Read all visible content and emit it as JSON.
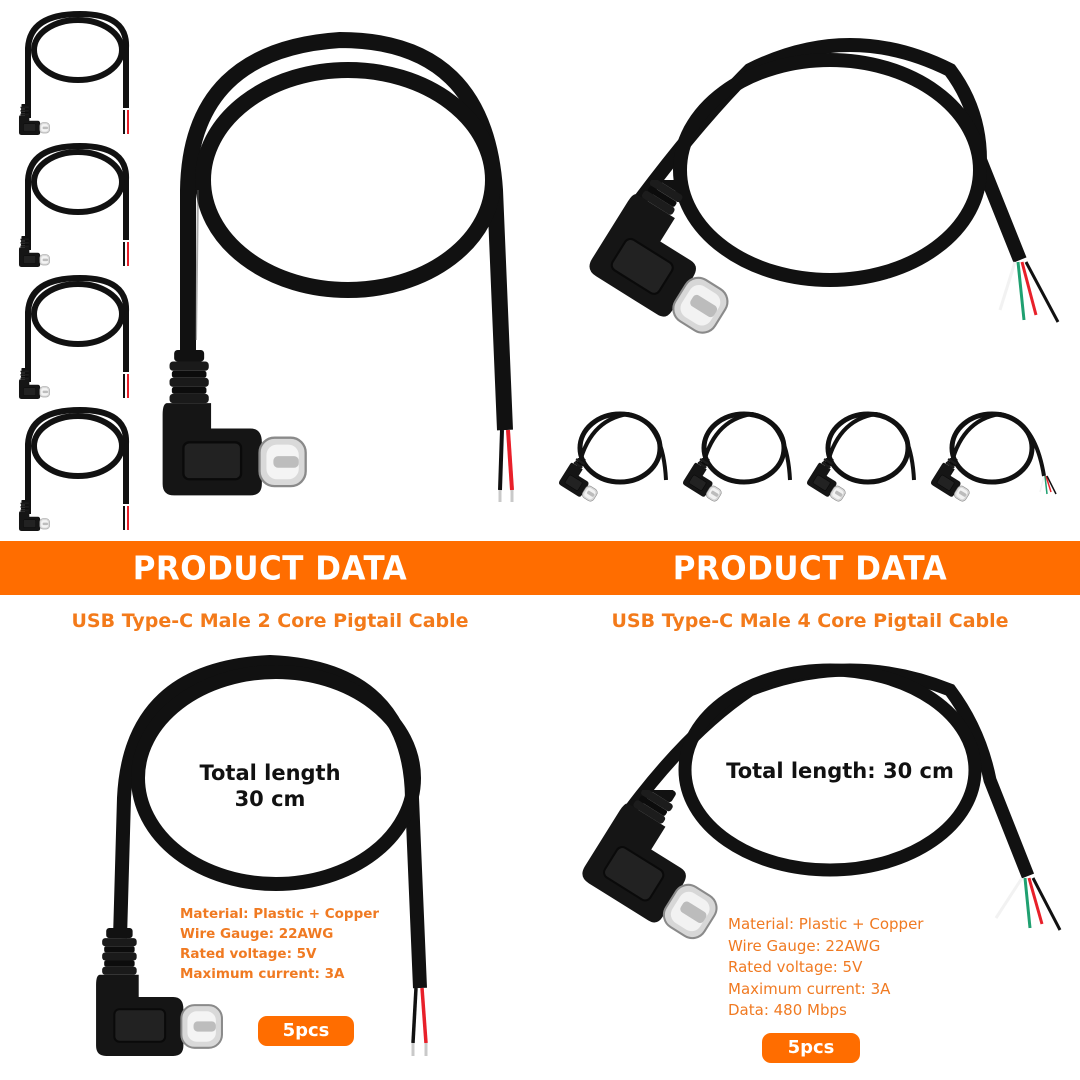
{
  "colors": {
    "accent": "#ff6d00",
    "subtitle_orange": "#f37a1a",
    "spec_orange": "#f07a22",
    "cable_black": "#111111",
    "wire_red": "#e8202a",
    "wire_green": "#1fa070",
    "wire_white": "#f2f2f2",
    "background": "#ffffff"
  },
  "top": {
    "left_thumbnails": {
      "count": 4,
      "wire_colors": [
        "black",
        "red"
      ]
    },
    "left_hero": {
      "type": "2-core",
      "wire_colors": [
        "black",
        "red"
      ]
    },
    "right_hero": {
      "type": "4-core",
      "wire_colors": [
        "white",
        "green",
        "red",
        "black"
      ]
    },
    "right_thumbnails": {
      "count": 4
    }
  },
  "sections": [
    {
      "banner": "PRODUCT DATA",
      "subtitle": "USB Type-C Male 2 Core Pigtail Cable",
      "length_line1": "Total length",
      "length_line2": "30 cm",
      "specs": [
        "Material: Plastic + Copper",
        "Wire Gauge: 22AWG",
        "Rated voltage: 5V",
        "Maximum current: 3A"
      ],
      "quantity": "5pcs"
    },
    {
      "banner": "PRODUCT DATA",
      "subtitle": "USB Type-C Male 4 Core Pigtail Cable",
      "length_line1": "Total length: 30 cm",
      "specs": [
        "Material: Plastic + Copper",
        "Wire Gauge: 22AWG",
        "Rated voltage: 5V",
        "Maximum current: 3A",
        "Data: 480 Mbps"
      ],
      "quantity": "5pcs"
    }
  ]
}
